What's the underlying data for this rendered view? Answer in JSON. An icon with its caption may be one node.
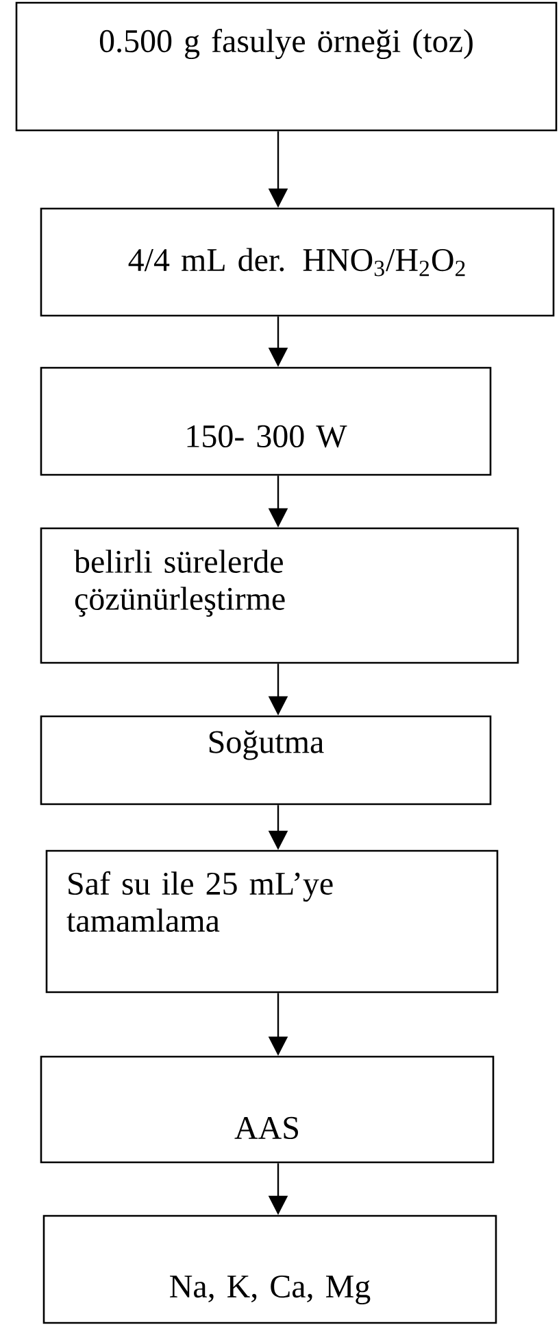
{
  "diagram": {
    "nodes": [
      {
        "text": [
          "0.500 g fasulye örneği (toz)"
        ]
      },
      {
        "text": [
          "4/4 mL der. HNO$_{3}$/H$_{2}$O$_{2}$"
        ]
      },
      {
        "text": [
          "150- 300 W"
        ]
      },
      {
        "text": [
          "belirli sürelerde çözünürleştirme"
        ]
      },
      {
        "text": [
          "Soğutma"
        ]
      },
      {
        "text": [
          "Saf su ile 25 mL’ye tamamlama"
        ]
      },
      {
        "text": [
          "AAS"
        ]
      },
      {
        "text": [
          "Na, K, Ca, Mg"
        ]
      }
    ],
    "edges": [
      {
        "from": 0,
        "to": 1,
        "arrow": "to"
      },
      {
        "from": 1,
        "to": 2,
        "arrow": "to"
      },
      {
        "from": 2,
        "to": 3,
        "arrow": "to"
      },
      {
        "from": 3,
        "to": 4,
        "arrow": "to"
      },
      {
        "from": 4,
        "to": 5,
        "arrow": "to"
      },
      {
        "from": 5,
        "to": 6,
        "arrow": "to"
      },
      {
        "from": 6,
        "to": 7,
        "arrow": "to"
      }
    ]
  }
}
